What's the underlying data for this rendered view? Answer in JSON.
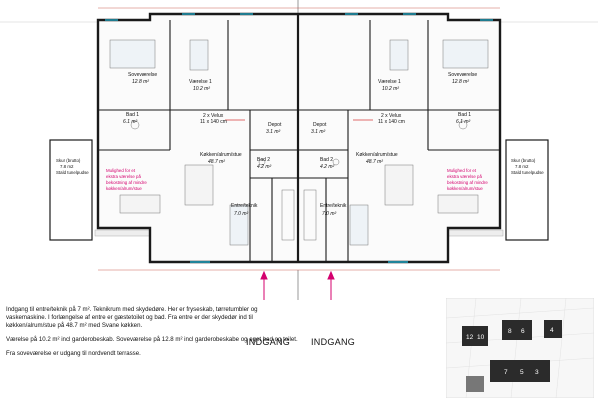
{
  "rooms_left": {
    "sovevaerelse": "Soveværelse",
    "sovevaerelse_area": "12.8 m²",
    "vaerelse": "Værelse 1",
    "vaerelse_area": "10.2 m²",
    "bad1": "Bad 1",
    "bad1_area": "6.1 m²",
    "depot": "Depot",
    "depot_area": "3.1 m²",
    "kokken": "Køkken/alrum/stue",
    "kokken_area": "48.7 m²",
    "bad2": "Bad 2",
    "bad2_area": "4.2 m²",
    "entre": "Entre/teknik",
    "entre_area": "7.0 m²",
    "note": [
      "Mulighed for et",
      "ekstra værelse på",
      "bekostning af mindre",
      "køkken/alrum/stue"
    ],
    "shed": [
      "Skur (brutto)",
      "7.8 m2",
      "Stald tunelpudse"
    ],
    "window_note": [
      "2 x Velux",
      "11 x 140 cm"
    ]
  },
  "rooms_right": {
    "sovevaerelse": "Soveværelse",
    "sovevaerelse_area": "12.8 m²",
    "vaerelse": "Værelse 1",
    "vaerelse_area": "10.2 m²",
    "bad1": "Bad 1",
    "bad1_area": "6.1 m²",
    "depot": "Depot",
    "depot_area": "3.1 m²",
    "kokken": "Køkken/alrum/stue",
    "kokken_area": "48.7 m²",
    "bad2": "Bad 2",
    "bad2_area": "4.2 m²",
    "entre": "Entre/teknik",
    "entre_area": "7.0 m²",
    "note": [
      "Mulighed for et",
      "ekstra værelse på",
      "bekostning af mindre",
      "køkken/alrum/stue"
    ],
    "shed": [
      "Skur (brutto)",
      "7.8 m2",
      "Stald tunelpudse"
    ],
    "window_note": [
      "2 x Velux",
      "11 x 140 cm"
    ]
  },
  "entrances": {
    "left": "INDGANG",
    "right": "INDGANG"
  },
  "description": [
    "Indgang til entre/teknik på 7 m². Teknikrum med skydedøre. Her er fryseskab, tørretumbler og vaskemaskine. I forlængelse af entre er gæstetoilet og bad. Fra entre er der skydedør ind til køkken/alrum/stue på 48.7 m² med Svane køkken.",
    "Værelse på 10.2 m² incl garderobeskab. Soveværelse på 12.8 m² incl garderobeskabe og eget bad og toilet.",
    "Fra soveværelse er udgang til nordvendt terrasse."
  ],
  "site_plan_numbers": [
    "12",
    "10",
    "8",
    "6",
    "4",
    "7",
    "5",
    "3"
  ],
  "colors": {
    "accent": "#d4006e",
    "wall": "#1a1a1a",
    "site_building": "#2b2b2b"
  }
}
